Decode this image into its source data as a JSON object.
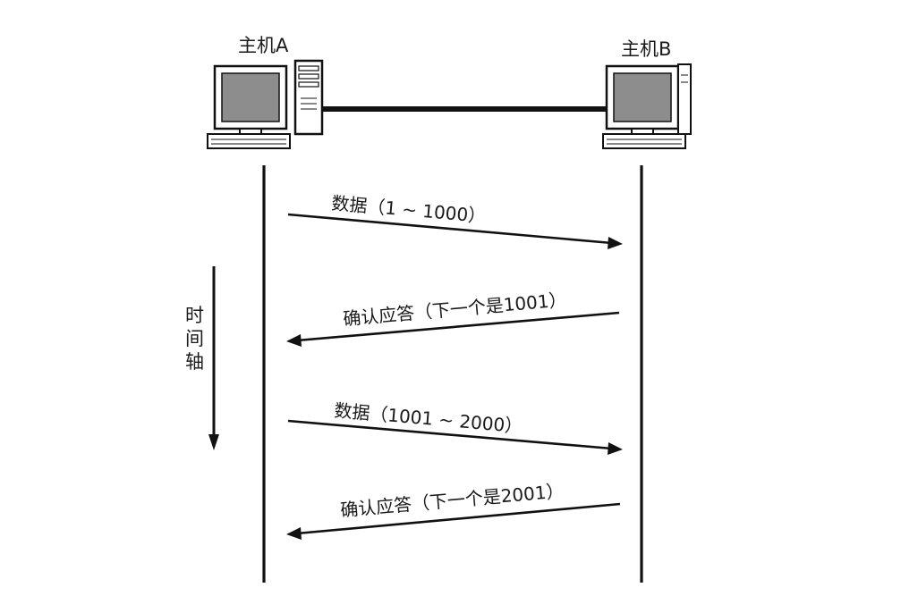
{
  "hosts": {
    "a": {
      "label": "主机A"
    },
    "b": {
      "label": "主机B"
    }
  },
  "time_axis": {
    "label_chars": [
      "时",
      "间",
      "轴"
    ]
  },
  "messages": [
    {
      "label": "数据（1 ~ 1000）",
      "direction": "A→B"
    },
    {
      "label": "确认应答（下一个是1001）",
      "direction": "B→A"
    },
    {
      "label": "数据（1001 ~ 2000）",
      "direction": "A→B"
    },
    {
      "label": "确认应答（下一个是2001）",
      "direction": "B→A"
    }
  ]
}
